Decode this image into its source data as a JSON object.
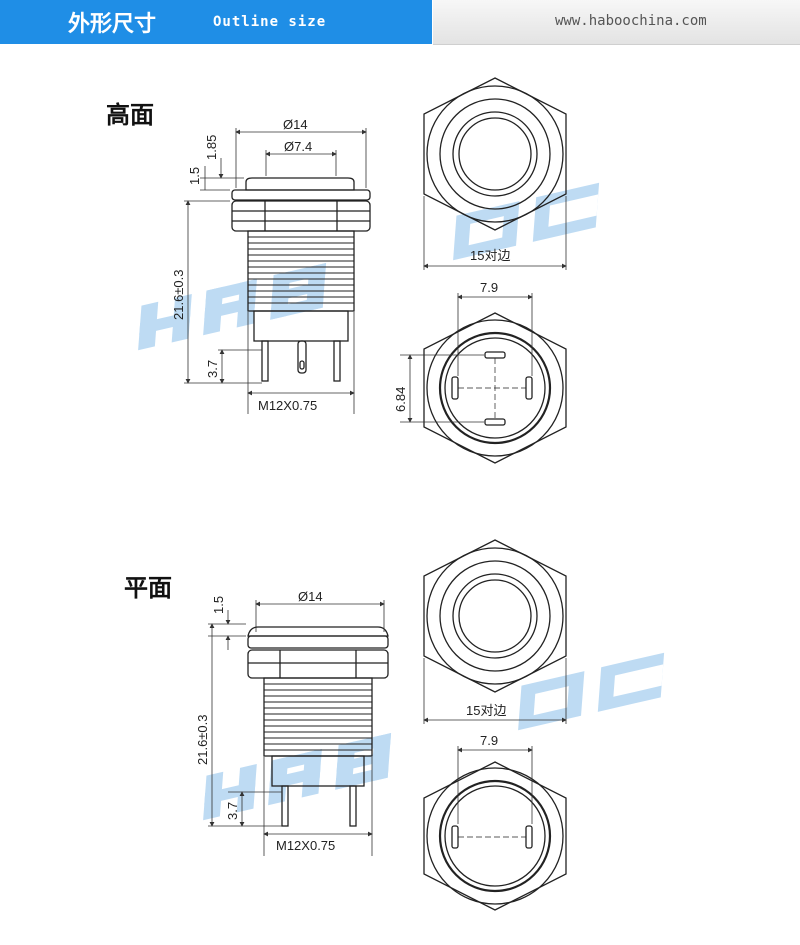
{
  "header": {
    "title": "外形尺寸",
    "subtitle": "Outline size",
    "url": "www.haboochina.com",
    "accent_color": "#1f8ee6"
  },
  "watermark": {
    "text": "HABOO",
    "color": "#9cc8ee"
  },
  "views": {
    "high": {
      "label": "高面",
      "dims": {
        "diameter_outer": "Ø14",
        "diameter_inner": "Ø7.4",
        "cap_height": "1.85",
        "flange_height": "1.5",
        "length": "21.6±0.3",
        "terminal_length": "3.7",
        "thread": "M12X0.75",
        "across_flats": "15对边",
        "terminal_spacing": "7.9",
        "terminal_height": "6.84"
      }
    },
    "flat": {
      "label": "平面",
      "dims": {
        "diameter_outer": "Ø14",
        "flange_height": "1.5",
        "length": "21.6±0.3",
        "terminal_length": "3.7",
        "thread": "M12X0.75",
        "across_flats": "15对边",
        "terminal_spacing": "7.9"
      }
    }
  }
}
